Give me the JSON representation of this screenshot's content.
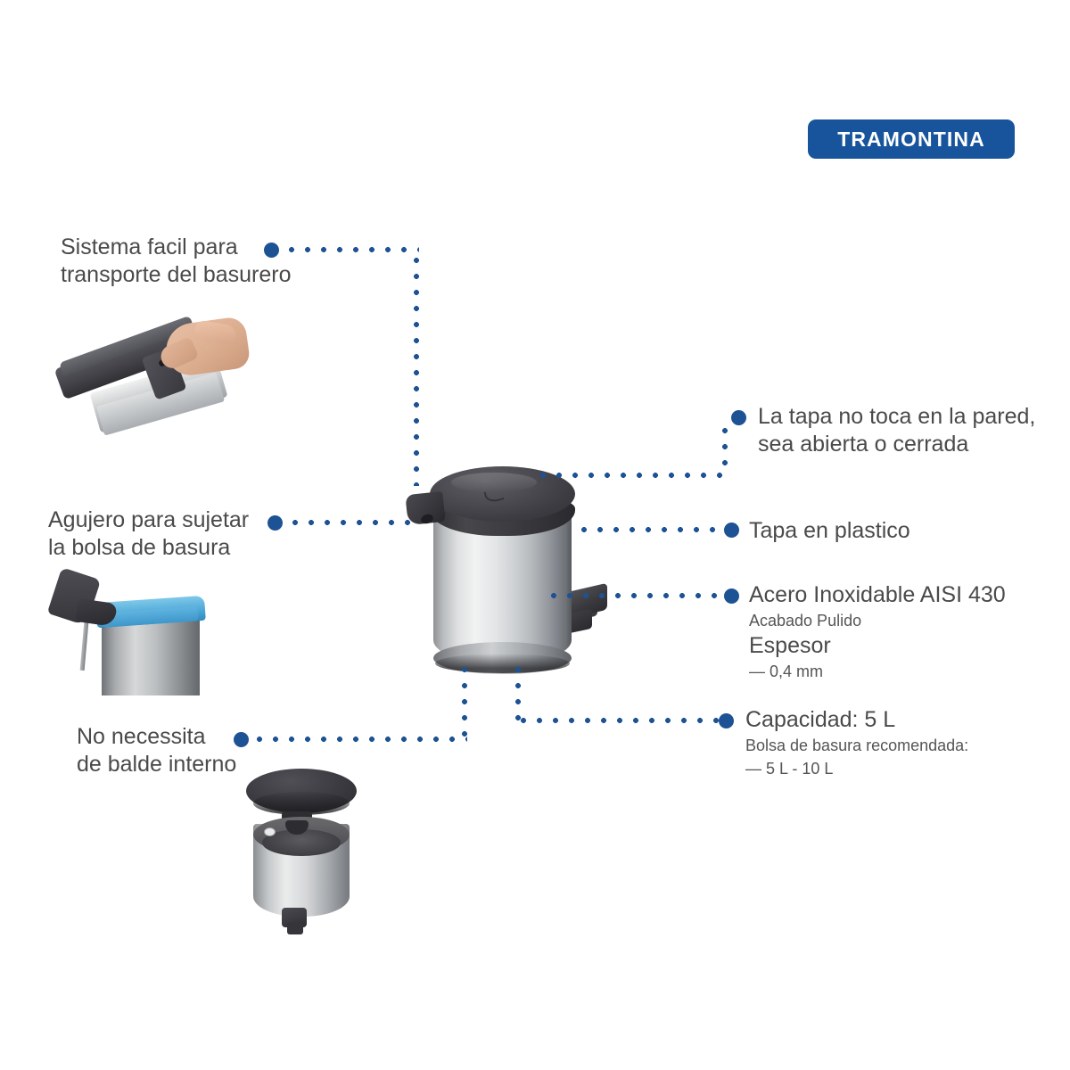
{
  "brand": {
    "name": "TRAMONTINA",
    "color": "#17549c"
  },
  "theme": {
    "accent": "#1d5294",
    "text": "#4a4a4a",
    "background": "#ffffff"
  },
  "callouts": {
    "transport": {
      "line1": "Sistema facil para",
      "line2": "transporte del basurero"
    },
    "bag_hole": {
      "line1": "Agujero para sujetar",
      "line2": "la bolsa de basura"
    },
    "no_inner_bucket": {
      "line1": "No necessita",
      "line2": "de balde interno"
    },
    "lid_wall": {
      "line1": "La tapa no toca en la pared,",
      "line2": "sea abierta o cerrada"
    },
    "lid_material": {
      "line1": "Tapa en plastico"
    },
    "steel": {
      "title": "Acero Inoxidable AISI 430",
      "finish": "Acabado Pulido",
      "thickness_label": "Espesor",
      "thickness_value": "— 0,4 mm"
    },
    "capacity": {
      "title": "Capacidad: 5 L",
      "bag_label": "Bolsa de basura recomendada:",
      "bag_value": "— 5 L - 10 L"
    }
  },
  "images": {
    "main_bin": "pedal-trash-can-stainless-steel",
    "inset_hand": "hand-lifting-lid-by-handle",
    "inset_bag": "blue-trash-bag-secured-on-rim",
    "inset_open": "open-bin-no-inner-bucket"
  }
}
